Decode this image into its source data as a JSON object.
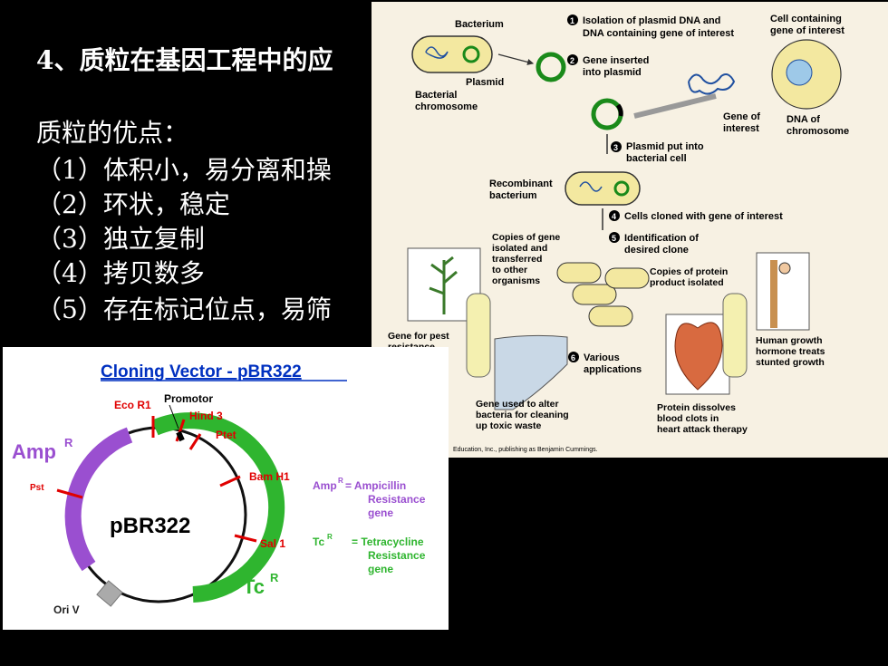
{
  "slide": {
    "heading": "4、质粒在基因工程中的应",
    "advantages_title": "质粒的优点：",
    "advantages": [
      "（1）体积小，易分离和操",
      "（2）环状，稳定",
      "（3）独立复制",
      "（4）拷贝数多",
      "（5）存在标记位点，易筛"
    ]
  },
  "cloning_figure": {
    "bacterium": "Bacterium",
    "step1": "Isolation of plasmid DNA and",
    "step1b": "DNA containing gene of interest",
    "cell_containing": "Cell containing",
    "cell_containing_b": "gene of interest",
    "plasmid": "Plasmid",
    "bacterial_chromosome": "Bacterial",
    "bacterial_chromosome_b": "chromosome",
    "step2": "Gene inserted",
    "step2b": "into plasmid",
    "gene_of_interest": "Gene of",
    "gene_of_interest_b": "interest",
    "dna_of_chromosome": "DNA of",
    "dna_of_chromosome_b": "chromosome",
    "step3": "Plasmid put into",
    "step3b": "bacterial cell",
    "recombinant": "Recombinant",
    "recombinant_b": "bacterium",
    "step4": "Cells cloned with gene of interest",
    "copies_gene": [
      "Copies of gene",
      "isolated and",
      "transferred",
      "to other",
      "organisms"
    ],
    "step5": "Identification of",
    "step5b": "desired clone",
    "copies_protein": [
      "Copies of protein",
      "product isolated"
    ],
    "gene_pest": "Gene for pest",
    "gene_pest_b": "resistance",
    "step6": "Various",
    "step6b": "applications",
    "human_growth": [
      "Human growth",
      "hormone treats",
      "stunted growth"
    ],
    "gene_bacteria": [
      "Gene used to alter",
      "bacteria for cleaning",
      "up toxic waste"
    ],
    "protein_dissolves": [
      "Protein dissolves",
      "blood clots in",
      "heart attack therapy"
    ],
    "copyright": "Education, Inc., publishing as Benjamin Cummings."
  },
  "vector_figure": {
    "title": "Cloning Vector - pBR322",
    "plasmid_name": "pBR322",
    "amp_label": "Amp",
    "tc_label": "Tc",
    "superscript": "R",
    "sites": {
      "eco_r1": "Eco R1",
      "promotor": "Promotor",
      "hind3": "Hind 3",
      "ptet": "Ptet",
      "bam_h1": "Bam H1",
      "sal1": "Sal 1",
      "pst": "Pst",
      "ori_v": "Ori V"
    },
    "legend": {
      "amp_key": "Amp",
      "amp_eq": "= Ampicillin",
      "amp_l2": "Resistance",
      "amp_l3": "gene",
      "tc_key": "Tc",
      "tc_eq": "= Tetracycline",
      "tc_l2": "Resistance",
      "tc_l3": "gene"
    }
  },
  "colors": {
    "background": "#000000",
    "panel_top": "#f7f1e3",
    "amp_purple": "#9a4fd0",
    "tc_green": "#2fb52f",
    "site_red": "#e00000",
    "label_blue": "#0030c0"
  }
}
